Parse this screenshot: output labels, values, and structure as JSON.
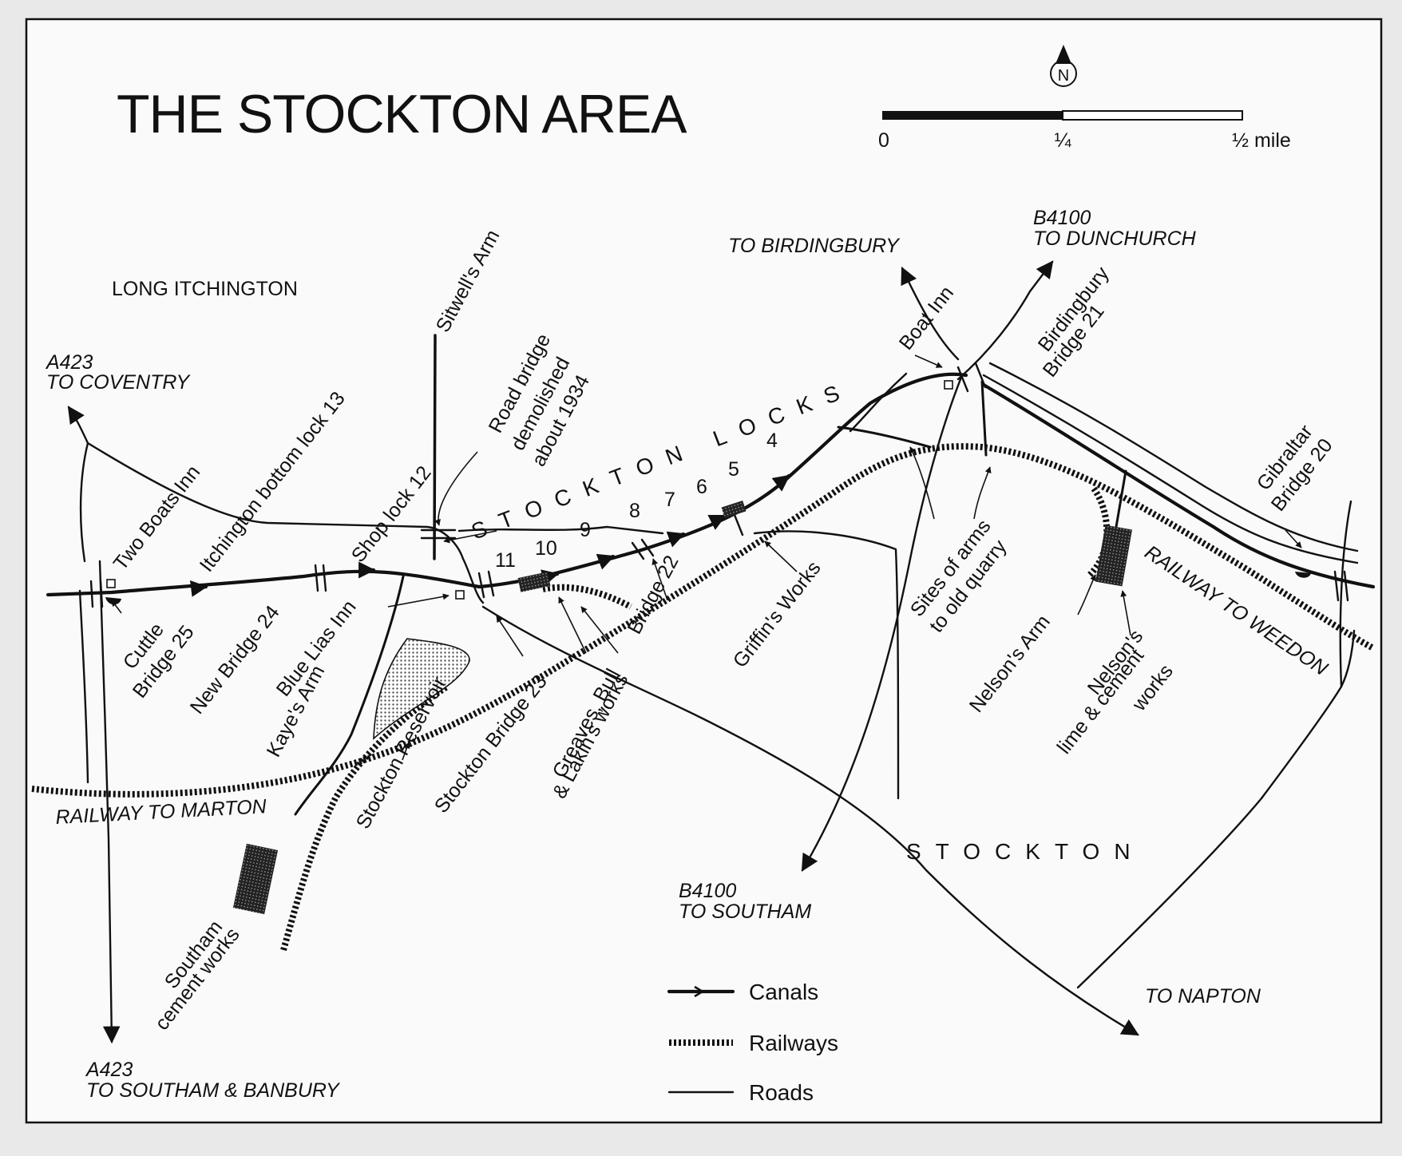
{
  "title": "THE STOCKTON AREA",
  "scale": {
    "labels": [
      "0",
      "¼",
      "½ mile"
    ]
  },
  "north_label": "N",
  "places": {
    "long_itchington": "LONG ITCHINGTON",
    "stockton": "STOCKTON",
    "stockton_locks": "STOCKTON LOCKS"
  },
  "road_destinations": {
    "coventry": [
      "A423",
      "TO COVENTRY"
    ],
    "birdingbury": "TO BIRDINGBURY",
    "dunchurch": [
      "B4100",
      "TO DUNCHURCH"
    ],
    "southam": [
      "B4100",
      "TO SOUTHAM"
    ],
    "napton": "TO NAPTON",
    "banbury": [
      "A423",
      "TO SOUTHAM & BANBURY"
    ]
  },
  "railways": {
    "marton": "RAILWAY TO MARTON",
    "weedon": "RAILWAY TO WEEDON"
  },
  "features": {
    "two_boats_inn": "Two Boats Inn",
    "bottom_lock": "Itchington bottom lock 13",
    "shop_lock": "Shop lock 12",
    "sitwells_arm": "Sitwell's Arm",
    "road_bridge": [
      "Road bridge",
      "demolished",
      "about 1934"
    ],
    "boat_inn": "Boat Inn",
    "birdingbury_bridge": [
      "Birdingbury",
      "Bridge 21"
    ],
    "gibraltar_bridge": [
      "Gibraltar",
      "Bridge 20"
    ],
    "cuttle_bridge": [
      "Cuttle",
      "Bridge 25"
    ],
    "new_bridge": "New Bridge 24",
    "blue_lias_inn": "Blue Lias Inn",
    "kayes_arm": "Kaye's Arm",
    "reservoir": "Stockton Reservoir",
    "stockton_bridge": "Stockton Bridge 23",
    "greaves_works": [
      "Greaves, Bull",
      "& Lakin's works"
    ],
    "bridge_22": "Bridge 22",
    "griffins_works": "Griffin's Works",
    "quarry_arms": [
      "Sites of arms",
      "to old quarry"
    ],
    "nelsons_arm": "Nelson's Arm",
    "nelsons_works": [
      "Nelson's",
      "lime & cement",
      "works"
    ],
    "southam_works": [
      "Southam",
      "cement works"
    ]
  },
  "lock_numbers": [
    "11",
    "10",
    "9",
    "8",
    "7",
    "6",
    "5",
    "4"
  ],
  "legend": [
    {
      "key": "canal",
      "label": "Canals"
    },
    {
      "key": "rail",
      "label": "Railways"
    },
    {
      "key": "road",
      "label": "Roads"
    }
  ]
}
